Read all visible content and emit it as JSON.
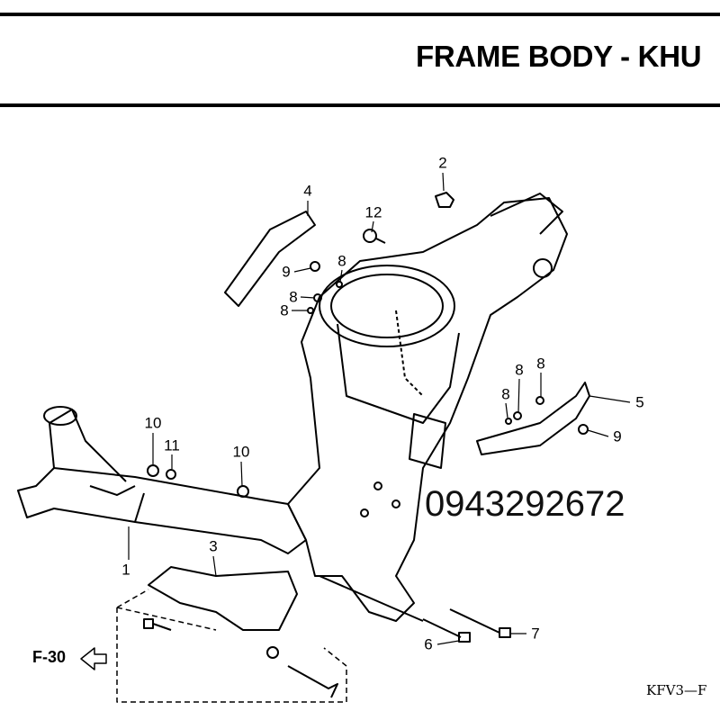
{
  "header": {
    "title": "FRAME BODY - KHU"
  },
  "diagram": {
    "callouts": [
      "2",
      "4",
      "12",
      "9",
      "8",
      "8",
      "8",
      "8",
      "8",
      "8",
      "5",
      "9",
      "10",
      "11",
      "10",
      "1",
      "3",
      "6",
      "7"
    ],
    "page_ref": "F-30",
    "overlay_text": "0943292672",
    "figure_code": "KFV3—F"
  },
  "colors": {
    "ink": "#000000",
    "paper": "#ffffff"
  }
}
